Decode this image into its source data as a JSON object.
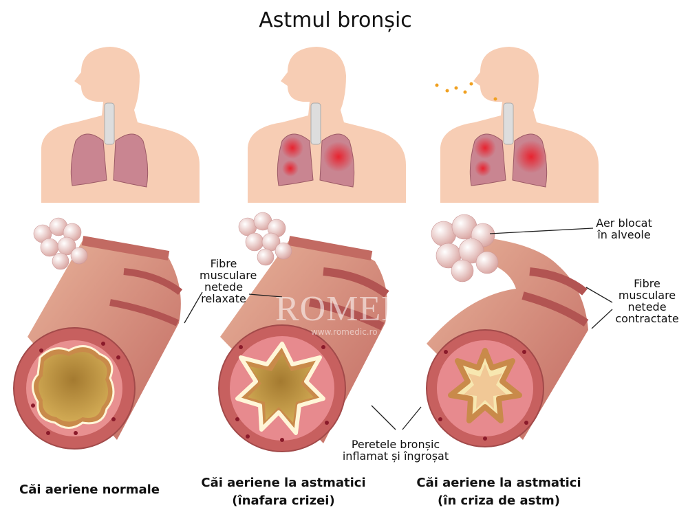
{
  "title": "Astmul bronșic",
  "watermark": {
    "brand": "ROMEDIC",
    "url": "www.romedic.ro"
  },
  "labels": {
    "relaxed_fibers": [
      "Fibre",
      "musculare",
      "netede",
      "relaxate"
    ],
    "trapped_air": [
      "Aer blocat",
      "în alveole"
    ],
    "contracted_fibers": [
      "Fibre",
      "musculare",
      "netede",
      "contractate"
    ],
    "inflamed_wall": [
      "Peretele bronșic",
      "inflamat și îngroșat"
    ]
  },
  "captions": {
    "normal": "Căi aeriene normale",
    "asthma_outside_crisis": [
      "Căi aeriene la astmatici",
      "(înafara crizei)"
    ],
    "asthma_crisis": [
      "Căi aeriene la astmatici",
      "(în criza de astm)"
    ]
  },
  "colors": {
    "skin": "#f7cdb4",
    "lung": "#c98591",
    "inflammation": "#e8232f",
    "airway": "#c7605f",
    "lumen": "#c9a248",
    "air_dots": "#f0a020"
  }
}
